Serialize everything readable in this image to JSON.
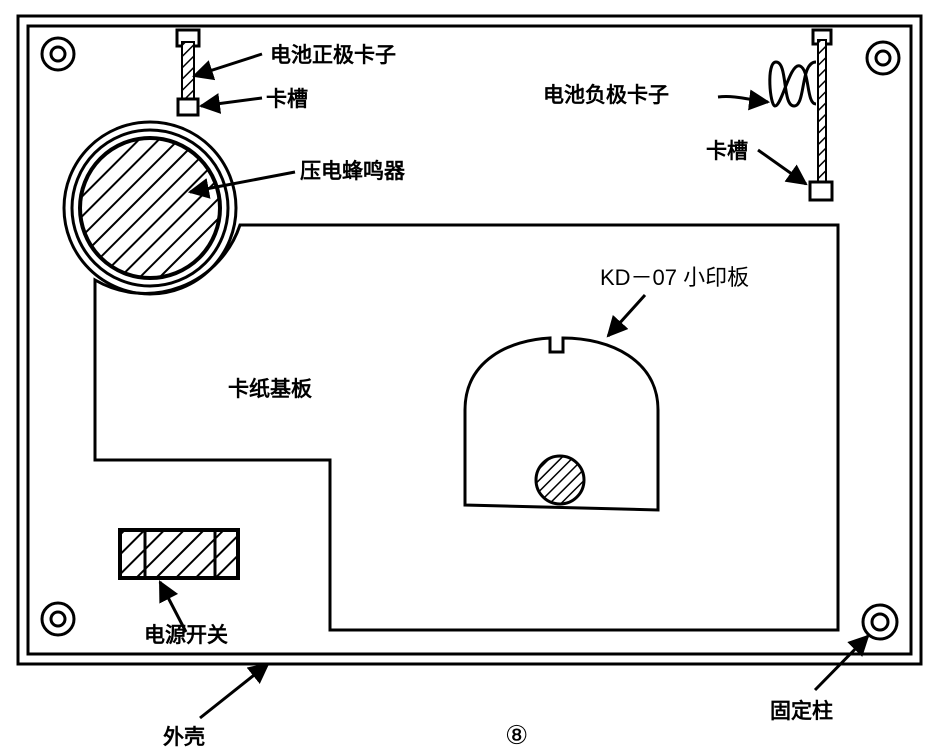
{
  "diagram": {
    "labels": {
      "battery_positive_clip": "电池正极卡子",
      "slot_left": "卡槽",
      "battery_negative_clip": "电池负极卡子",
      "slot_right": "卡槽",
      "piezo_buzzer": "压电蜂鸣器",
      "pcb": "KD－07 小印板",
      "card_base_board": "卡纸基板",
      "power_switch": "电源开关",
      "outer_shell": "外壳",
      "fixing_post": "固定柱"
    },
    "figure_number": "⑧",
    "colors": {
      "ink": "#000000",
      "paper": "#ffffff"
    }
  }
}
